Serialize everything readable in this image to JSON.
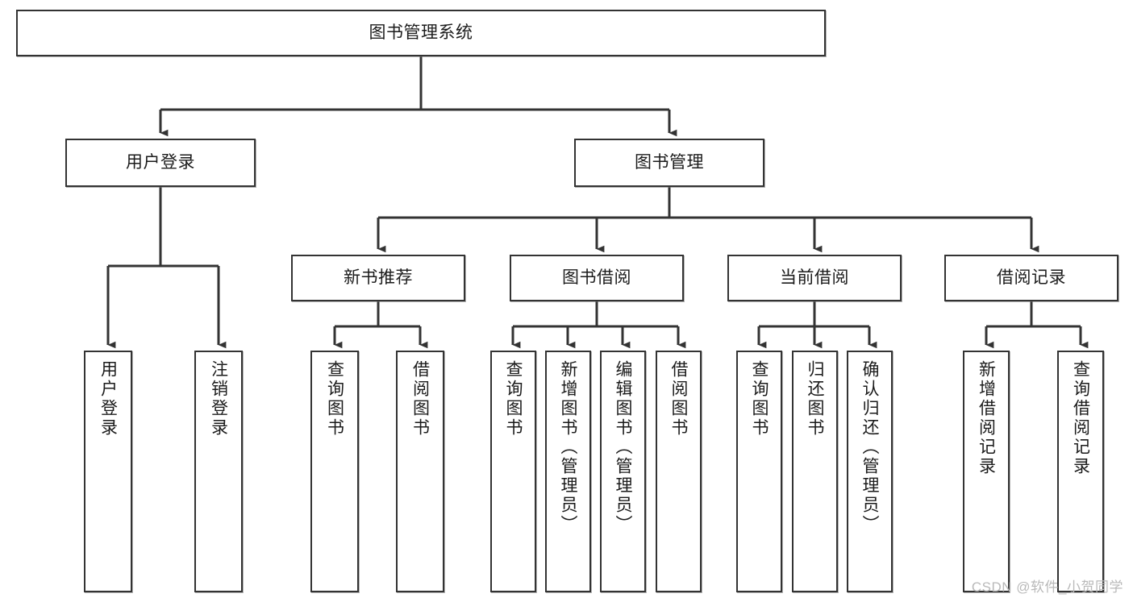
{
  "diagram": {
    "title": "图书管理系统",
    "type": "功能结构图",
    "watermark": "CSDN @软件_小贺同学",
    "colors": {
      "node_border": "#333333",
      "node_fill": "#ffffff",
      "connector": "#333333",
      "text": "#1b1b1b",
      "watermark": "#b9b9b9",
      "background": "#ffffff"
    },
    "nodes": {
      "root": {
        "label": "图书管理系统",
        "level": 1,
        "orientation": "horizontal"
      },
      "user_login": {
        "label": "用户登录",
        "level": 2,
        "orientation": "horizontal"
      },
      "book_manage": {
        "label": "图书管理",
        "level": 2,
        "orientation": "horizontal"
      },
      "new_book_rec": {
        "label": "新书推荐",
        "level": 3,
        "orientation": "horizontal"
      },
      "book_borrow": {
        "label": "图书借阅",
        "level": 3,
        "orientation": "horizontal"
      },
      "current_borrow": {
        "label": "当前借阅",
        "level": 3,
        "orientation": "horizontal"
      },
      "borrow_record": {
        "label": "借阅记录",
        "level": 3,
        "orientation": "horizontal"
      },
      "leaf_user_login": {
        "label": "用户登录",
        "level": 3,
        "orientation": "vertical"
      },
      "leaf_logout": {
        "label": "注销登录",
        "level": 3,
        "orientation": "vertical"
      },
      "leaf_query_book_a": {
        "label": "查询图书",
        "level": 4,
        "orientation": "vertical"
      },
      "leaf_borrow_book_a": {
        "label": "借阅图书",
        "level": 4,
        "orientation": "vertical"
      },
      "leaf_query_book_b": {
        "label": "查询图书",
        "level": 4,
        "orientation": "vertical"
      },
      "leaf_add_book": {
        "label": "新增图书（管理员）",
        "level": 4,
        "orientation": "vertical"
      },
      "leaf_edit_book": {
        "label": "编辑图书（管理员）",
        "level": 4,
        "orientation": "vertical"
      },
      "leaf_borrow_book_b": {
        "label": "借阅图书",
        "level": 4,
        "orientation": "vertical"
      },
      "leaf_query_book_c": {
        "label": "查询图书",
        "level": 4,
        "orientation": "vertical"
      },
      "leaf_return_book": {
        "label": "归还图书",
        "level": 4,
        "orientation": "vertical"
      },
      "leaf_confirm_return": {
        "label": "确认归还（管理员）",
        "level": 4,
        "orientation": "vertical"
      },
      "leaf_add_record": {
        "label": "新增借阅记录",
        "level": 4,
        "orientation": "vertical"
      },
      "leaf_query_record": {
        "label": "查询借阅记录",
        "level": 4,
        "orientation": "vertical"
      }
    },
    "hierarchy": {
      "图书管理系统": [
        "用户登录",
        "图书管理"
      ],
      "用户登录": [
        "用户登录",
        "注销登录"
      ],
      "图书管理": [
        "新书推荐",
        "图书借阅",
        "当前借阅",
        "借阅记录"
      ],
      "新书推荐": [
        "查询图书",
        "借阅图书"
      ],
      "图书借阅": [
        "查询图书",
        "新增图书（管理员）",
        "编辑图书（管理员）",
        "借阅图书"
      ],
      "当前借阅": [
        "查询图书",
        "归还图书",
        "确认归还（管理员）"
      ],
      "借阅记录": [
        "新增借阅记录",
        "查询借阅记录"
      ]
    }
  }
}
